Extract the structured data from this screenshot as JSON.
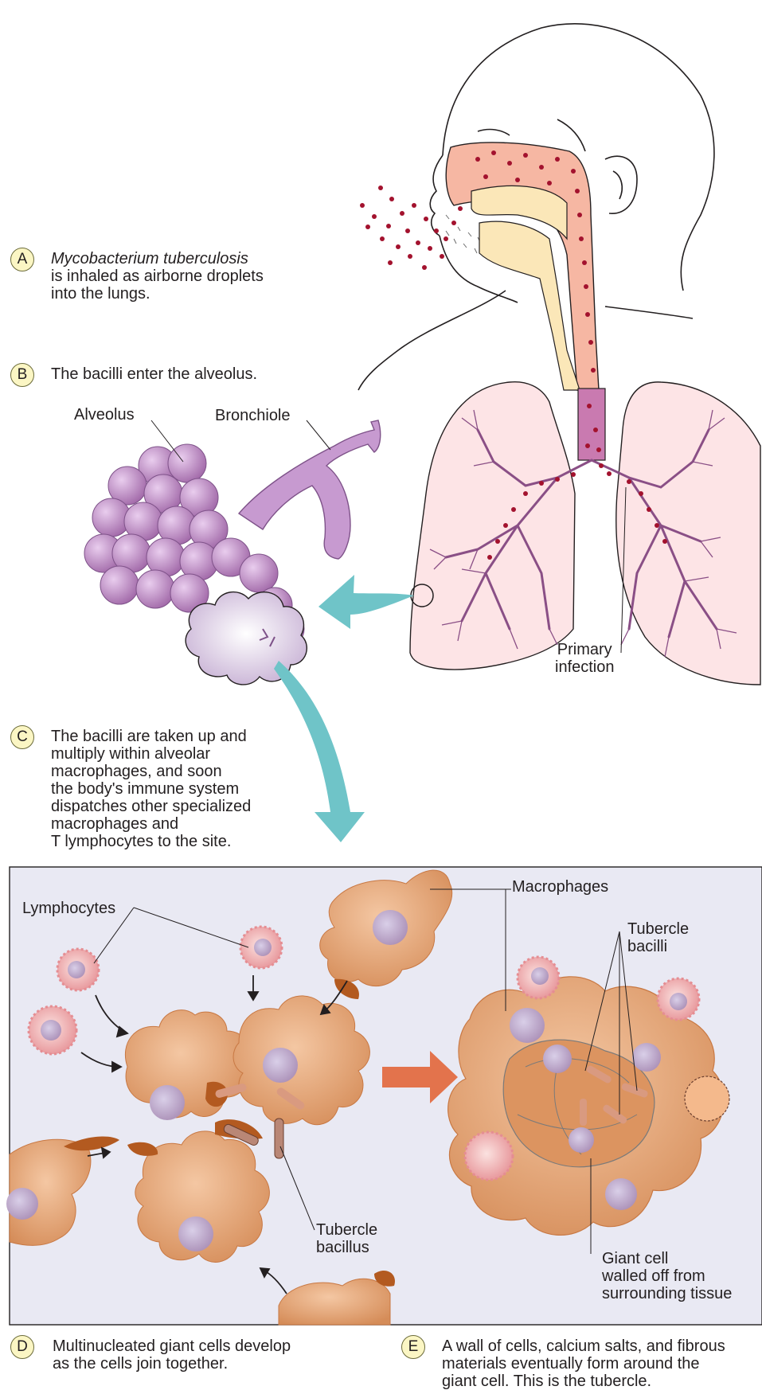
{
  "steps": {
    "a": {
      "letter": "A",
      "italic": "Mycobacterium tuberculosis",
      "line2": "is inhaled as airborne droplets",
      "line3": "into the lungs."
    },
    "b": {
      "letter": "B",
      "text": "The bacilli enter the alveolus."
    },
    "c": {
      "letter": "C",
      "lines": [
        "The bacilli are taken up and",
        "multiply within alveolar",
        "macrophages, and soon",
        "the body's immune system",
        "dispatches other specialized",
        "macrophages and",
        "T lymphocytes to the site."
      ]
    },
    "d": {
      "letter": "D",
      "lines": [
        "Multinucleated giant cells develop",
        "as the cells join together."
      ]
    },
    "e": {
      "letter": "E",
      "lines": [
        "A wall of cells, calcium salts, and fibrous",
        "materials eventually form around the",
        "giant cell. This is the tubercle."
      ]
    }
  },
  "labels": {
    "alveolus": "Alveolus",
    "bronchiole": "Bronchiole",
    "primary_infection": [
      "Primary",
      "infection"
    ],
    "lymphocytes": "Lymphocytes",
    "macrophages": "Macrophages",
    "tubercle_bacilli": [
      "Tubercle",
      "bacilli"
    ],
    "tubercle_bacillus": [
      "Tubercle",
      "bacillus"
    ],
    "giant_cell": [
      "Giant cell",
      "walled off from",
      "surrounding tissue"
    ]
  },
  "colors": {
    "badge_fill": "#fbf6c4",
    "teal_arrow": "#6fc4c8",
    "orange_arrow": "#e3734c",
    "airway": "#f6b7a3",
    "droplet": "#a3122e",
    "lung_fill": "#fde4e6",
    "bronchi": "#8a4f86",
    "alveolus": "#c79ad0",
    "panel_bg": "#e9e9f3",
    "macrophage": "#e7aa7c",
    "macrophage_dark": "#b35a20",
    "lymphocyte": "#f0b8b9"
  }
}
